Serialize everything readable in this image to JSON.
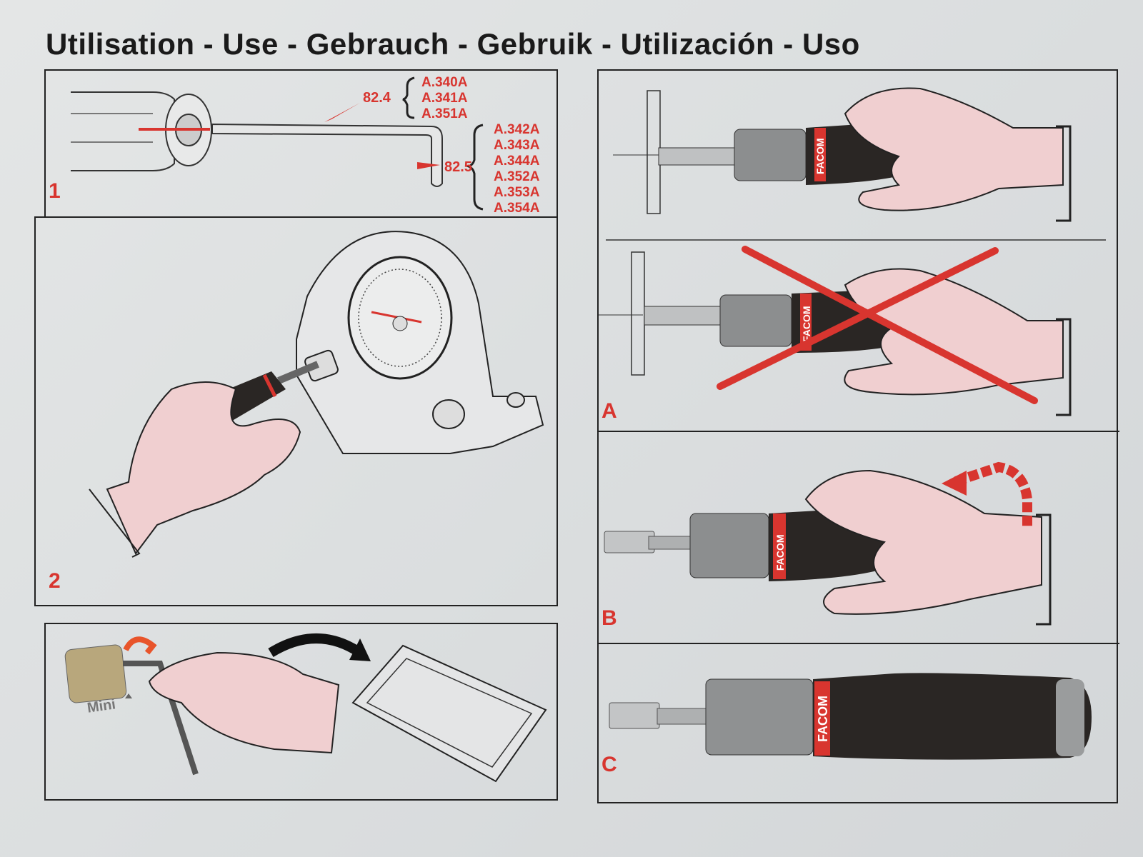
{
  "title": "Utilisation - Use - Gebrauch - Gebruik - Utilización - Uso",
  "step1": {
    "label": "1",
    "groups": [
      {
        "value": "82.4",
        "codes": [
          "A.340A",
          "A.341A",
          "A.351A"
        ]
      },
      {
        "value": "82.5",
        "codes": [
          "A.342A",
          "A.343A",
          "A.344A",
          "A.352A",
          "A.353A",
          "A.354A"
        ]
      }
    ]
  },
  "step2": {
    "label": "2"
  },
  "step3": {
    "mini_label": "Mini"
  },
  "right": {
    "label_a": "A",
    "label_b": "B",
    "label_c": "C"
  },
  "brand": "FACOM",
  "colors": {
    "accent_red": "#d8352f",
    "skin": "#f0cfd0",
    "handle": "#2a2624"
  }
}
